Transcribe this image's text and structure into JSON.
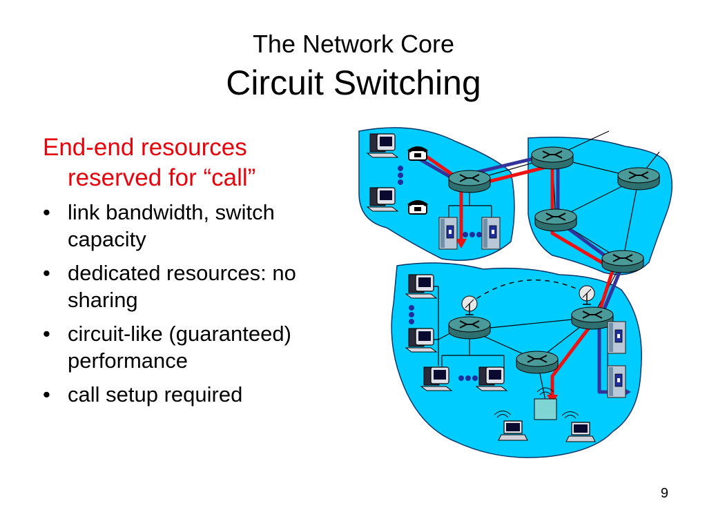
{
  "slide": {
    "title_line1": "The Network Core",
    "title_line2": "Circuit Switching",
    "lead": "End-end resources reserved for “call”",
    "bullets": [
      "link bandwidth, switch capacity",
      "dedicated resources: no sharing",
      "circuit-like (guaranteed) performance",
      "call setup required"
    ],
    "bullet_glyph": "•",
    "slide_number": "9"
  },
  "colors": {
    "network_fill": "#00ccff",
    "network_stroke": "#003366",
    "router_fill": "#3f8f8f",
    "circuit_red": "#ee1111",
    "circuit_blue": "#333399",
    "lead_text": "#e8000b"
  },
  "icons": [
    "desktop-computer-icon",
    "telephone-icon",
    "server-icon",
    "router-icon",
    "satellite-dish-icon",
    "wireless-access-point-icon",
    "laptop-icon"
  ]
}
